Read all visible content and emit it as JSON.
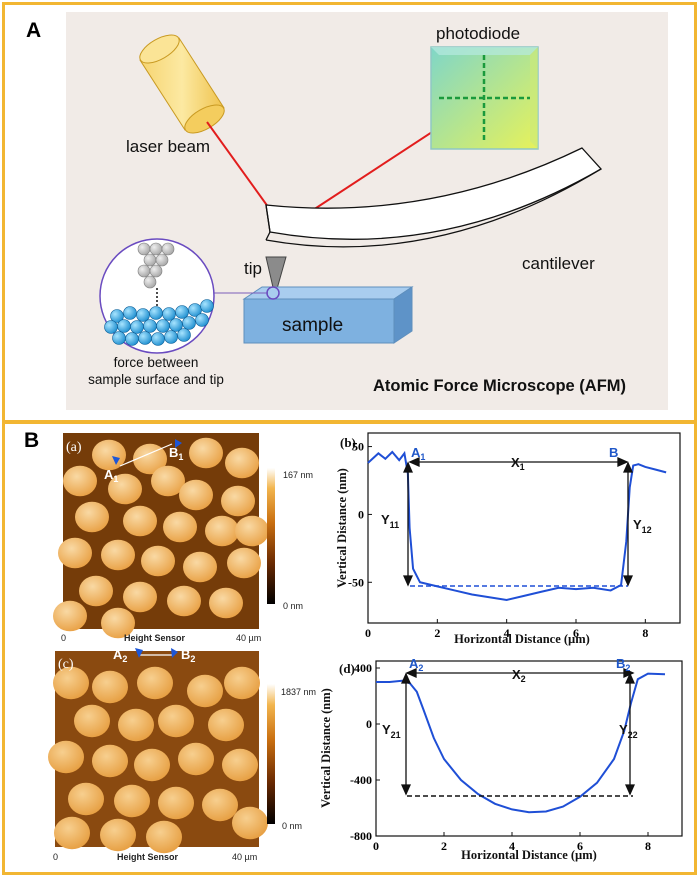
{
  "panelA": {
    "label": "A",
    "photodiode": "photodiode",
    "laser_beam": "laser beam",
    "cantilever": "cantilever",
    "tip": "tip",
    "sample": "sample",
    "force_line1": "force between",
    "force_line2": "sample surface and tip",
    "title": "Atomic Force Microscope (AFM)"
  },
  "panelB": {
    "label": "B",
    "img_a": {
      "label": "(a)",
      "point1": "A",
      "point1_sub": "1",
      "point2": "B",
      "point2_sub": "1",
      "colorbar_top": "167 nm",
      "colorbar_bottom": "0 nm",
      "axis_left": "0",
      "axis_caption": "Height Sensor",
      "axis_right": "40 µm"
    },
    "img_c": {
      "label": "(c)",
      "point1": "A",
      "point1_sub": "2",
      "point2": "B",
      "point2_sub": "2",
      "colorbar_top": "1837 nm",
      "colorbar_bottom": "0 nm",
      "axis_left": "0",
      "axis_caption": "Height Sensor",
      "axis_right": "40 µm"
    },
    "plot_b": {
      "label": "(b)",
      "xlabel": "Horizontal Distance (µm)",
      "ylabel": "Vertical Distance (nm)",
      "xticks": [
        "0",
        "2",
        "4",
        "6",
        "8"
      ],
      "yticks": [
        "50",
        "0",
        "-50"
      ],
      "ann": {
        "A": "A",
        "A_sub": "1",
        "B": "B",
        "X": "X",
        "X_sub": "1",
        "Y1": "Y",
        "Y1_sub": "11",
        "Y2": "Y",
        "Y2_sub": "12"
      }
    },
    "plot_d": {
      "label": "(d)",
      "xlabel": "Horizontal Distance (µm)",
      "ylabel": "Vertical Distance (nm)",
      "xticks": [
        "0",
        "2",
        "4",
        "6",
        "8"
      ],
      "yticks": [
        "400",
        "0",
        "-400",
        "-800"
      ],
      "ann": {
        "A": "A",
        "A_sub": "2",
        "B": "B",
        "B_sub": "2",
        "X": "X",
        "X_sub": "2",
        "Y1": "Y",
        "Y1_sub": "21",
        "Y2": "Y",
        "Y2_sub": "22"
      }
    }
  },
  "colors": {
    "frame": "#f2b632",
    "laser": "#e21d1d",
    "profile": "#1f4fd6",
    "sample": "#6fa6d8",
    "annotation_blue": "#1f57c8"
  },
  "chart_data": [
    {
      "type": "line",
      "title": "(b)",
      "xlabel": "Horizontal Distance (µm)",
      "ylabel": "Vertical Distance (nm)",
      "xlim": [
        0,
        9
      ],
      "ylim": [
        -80,
        60
      ],
      "series": [
        {
          "x": [
            0,
            0.3,
            0.5,
            0.7,
            0.9,
            1.05,
            1.15,
            1.2,
            1.3,
            1.5,
            2.0,
            2.5,
            3.0,
            3.5,
            4.0,
            4.5,
            5.0,
            5.5,
            6.0,
            6.5,
            7.0,
            7.3,
            7.45,
            7.55,
            7.65,
            7.8,
            8.0,
            8.3,
            8.6
          ],
          "y": [
            38,
            45,
            41,
            46,
            40,
            45,
            30,
            -10,
            -40,
            -50,
            -53,
            -56,
            -59,
            -61,
            -63,
            -60,
            -57,
            -54,
            -55,
            -54,
            -56,
            -52,
            -20,
            20,
            36,
            37,
            35,
            33,
            31
          ]
        }
      ]
    },
    {
      "type": "line",
      "title": "(d)",
      "xlabel": "Horizontal Distance (µm)",
      "ylabel": "Vertical Distance (nm)",
      "xlim": [
        0,
        9
      ],
      "ylim": [
        -800,
        450
      ],
      "series": [
        {
          "x": [
            0,
            0.4,
            0.8,
            1.0,
            1.2,
            1.4,
            1.7,
            2.0,
            2.5,
            3.0,
            3.5,
            4.0,
            4.5,
            5.0,
            5.5,
            6.0,
            6.5,
            7.0,
            7.3,
            7.5,
            7.7,
            8.0,
            8.5
          ],
          "y": [
            300,
            300,
            310,
            290,
            230,
            100,
            -100,
            -250,
            -400,
            -500,
            -570,
            -610,
            -630,
            -625,
            -590,
            -520,
            -420,
            -250,
            -50,
            150,
            320,
            360,
            355
          ]
        }
      ]
    }
  ]
}
